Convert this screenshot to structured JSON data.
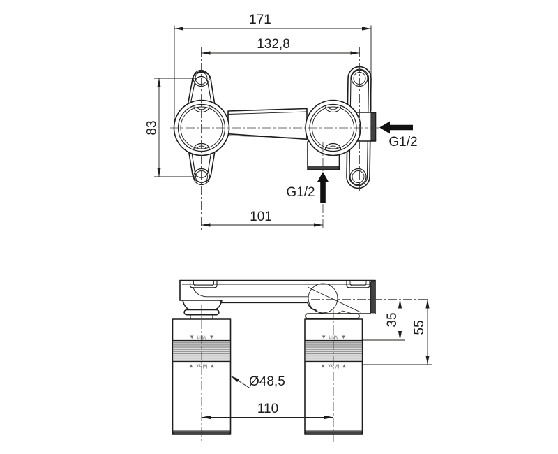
{
  "drawing": {
    "description": "Two-view technical installation drawing of a concealed two-hole wall-mounted basin mixer rough-in body",
    "background_color": "#ffffff",
    "line_color": "#1d1d1b",
    "shadow_color": "#424242",
    "views": {
      "top_view": {
        "dims": {
          "overall_width": "171",
          "mounting_hole_spacing": "132,8",
          "mounting_hole_vertical_spacing": "83",
          "inlet_center_distance": "101"
        },
        "labels": {
          "side_inlet_thread": "G1/2",
          "bottom_inlet_thread": "G1/2"
        }
      },
      "front_view": {
        "dims": {
          "centerline_to_min_depth": "35",
          "centerline_to_max_depth": "55",
          "sleeve_diameter": "Ø48,5",
          "sleeve_center_distance": "110"
        },
        "markings": {
          "min": "▲ Min ▲",
          "max": "▼ Max ▼"
        }
      }
    }
  }
}
